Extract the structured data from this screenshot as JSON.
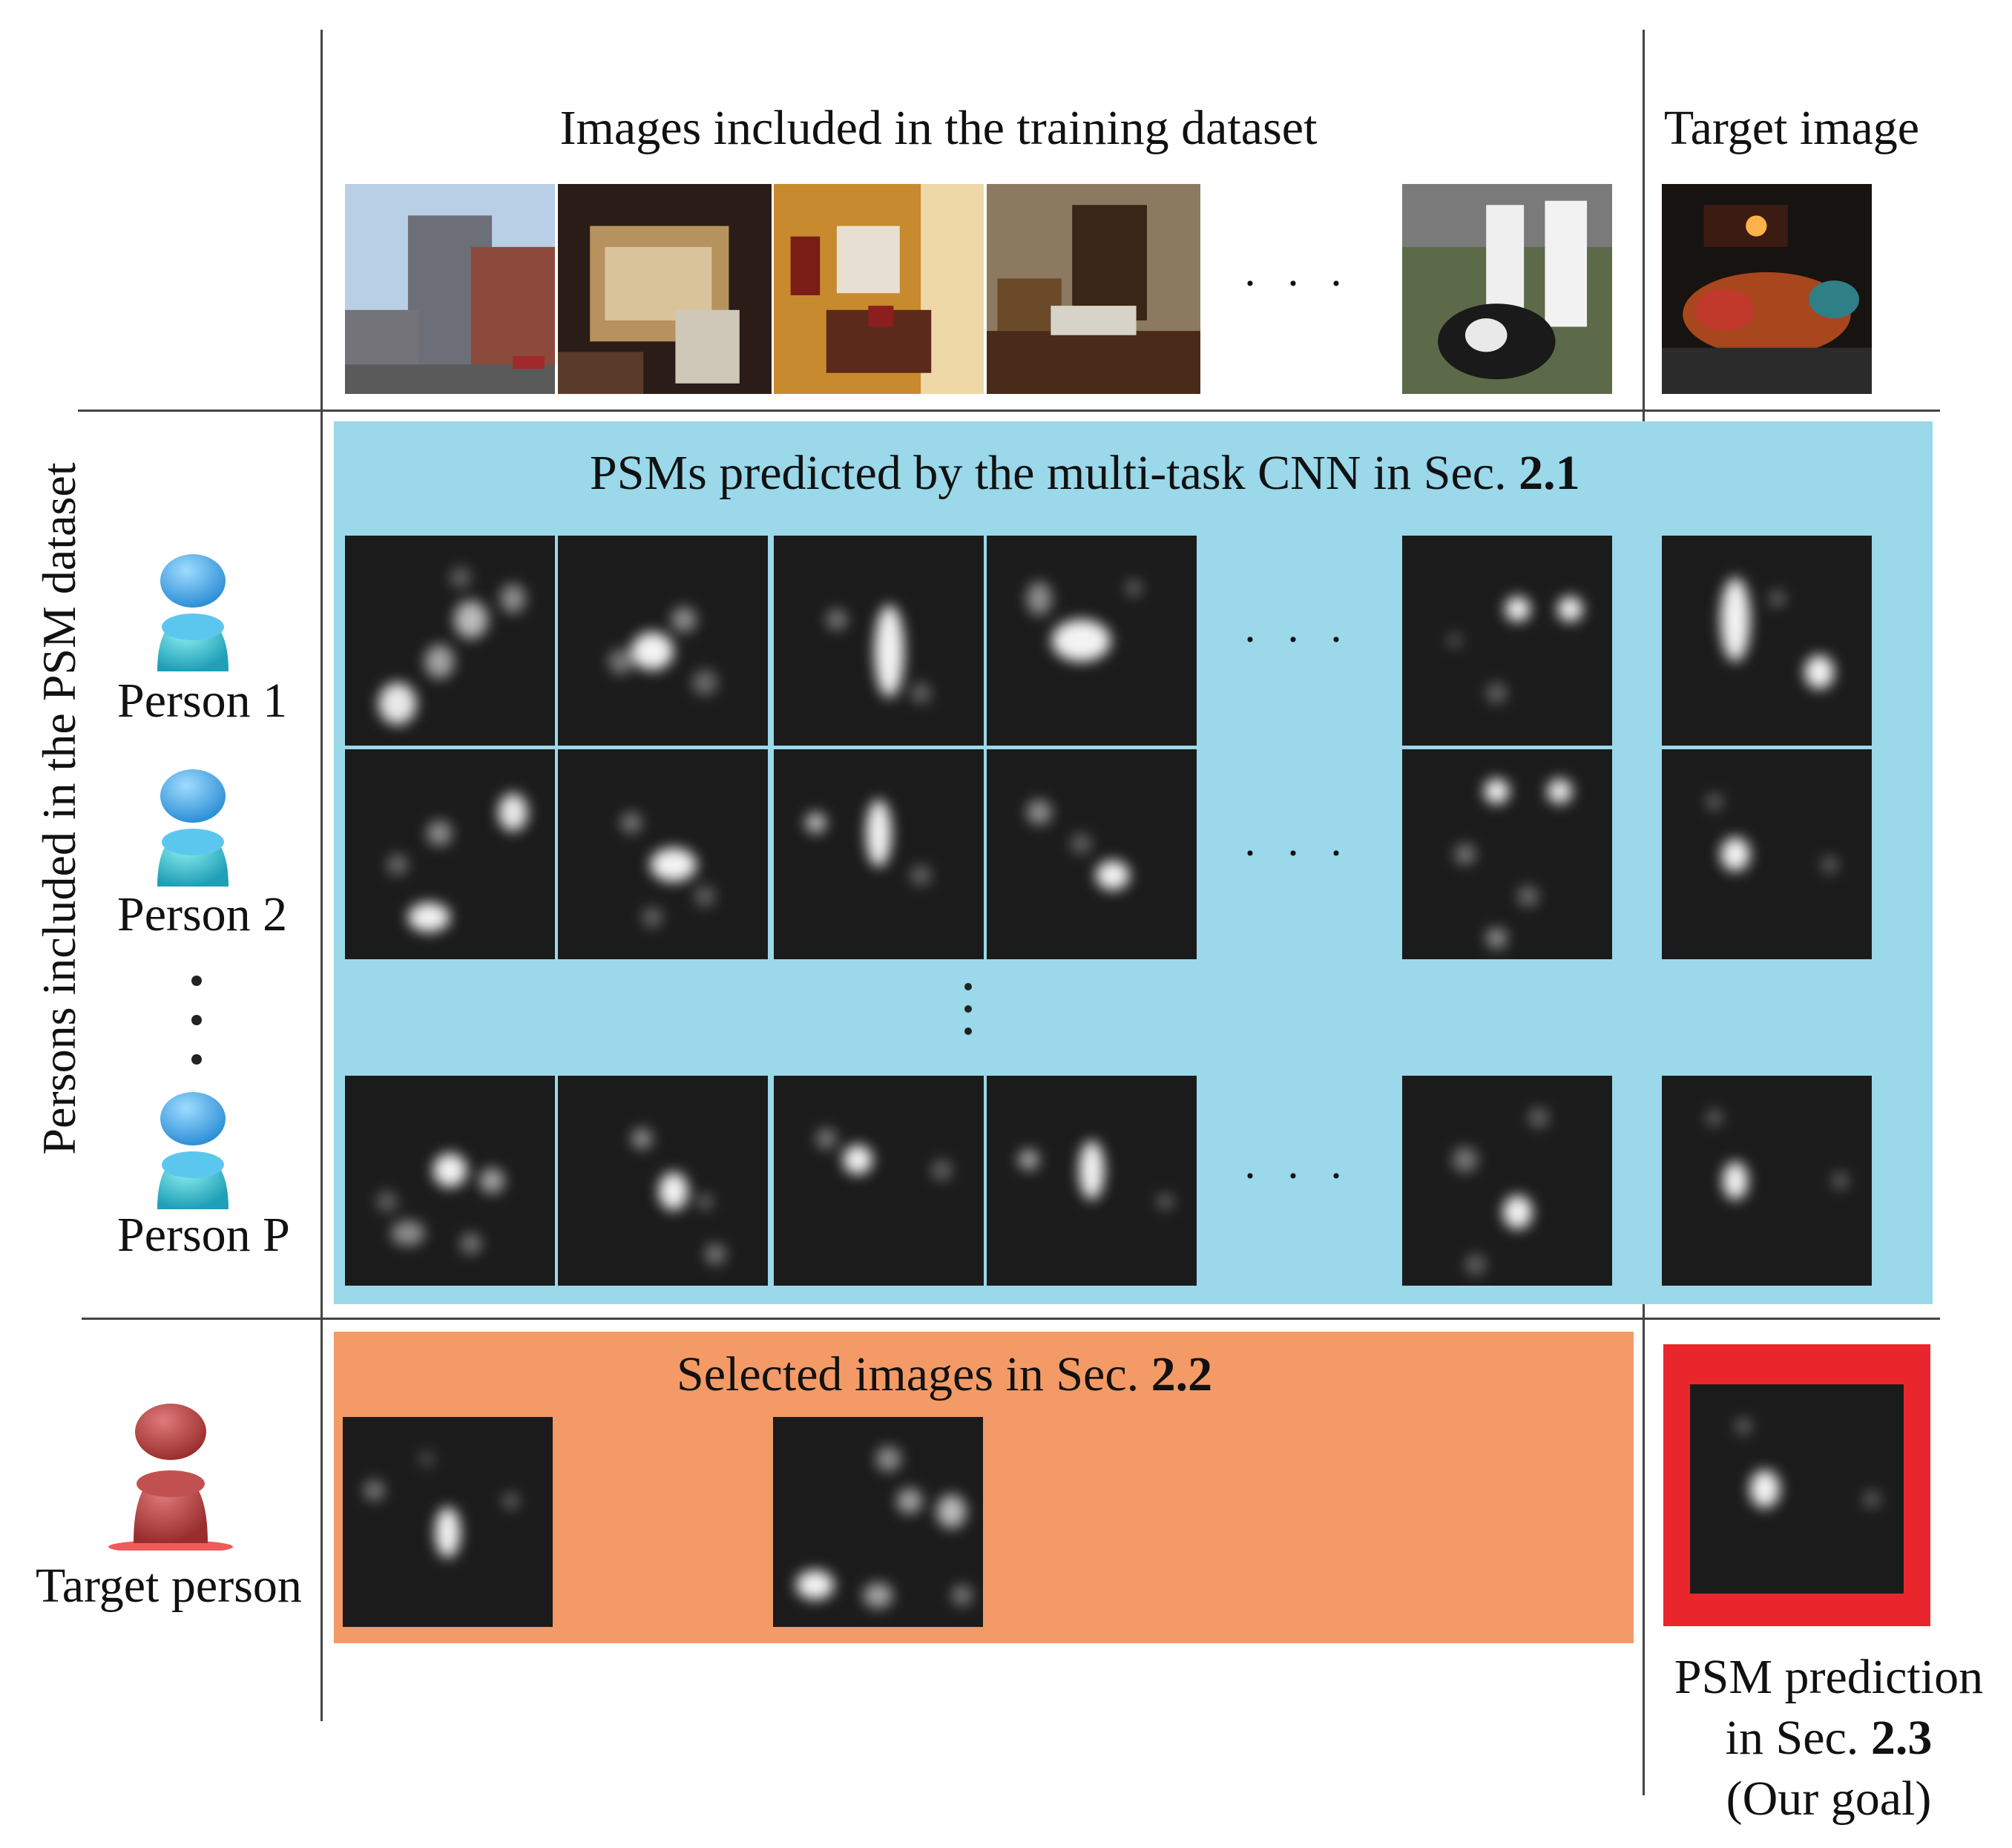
{
  "headers": {
    "training": "Images included in the training dataset",
    "target_image": "Target image"
  },
  "left_axis_label": "Persons included in the PSM dataset",
  "blue_panel_title": {
    "text": "PSMs predicted by the multi-task CNN in Sec. ",
    "ref": "2.1"
  },
  "orange_panel_title": {
    "text": "Selected images in Sec. ",
    "ref": "2.2"
  },
  "persons": [
    "Person 1",
    "Person 2",
    "Person P"
  ],
  "target_person": "Target person",
  "result_caption": {
    "line1": "PSM prediction",
    "line2_text": "in Sec. ",
    "line2_ref": "2.3",
    "line3": "(Our goal)"
  },
  "ellipsis_h": "···",
  "colors": {
    "blue_panel": "#9ad8ea",
    "orange_panel": "#f49a66",
    "result_frame": "#e8262b",
    "person_icon_blue": "#3aa6e0",
    "person_icon_red": "#b03a3a",
    "heatmap_bg": "#1b1b1b"
  },
  "icons": {
    "person_icon": "person-icon",
    "target_person_icon": "target-person-icon"
  }
}
